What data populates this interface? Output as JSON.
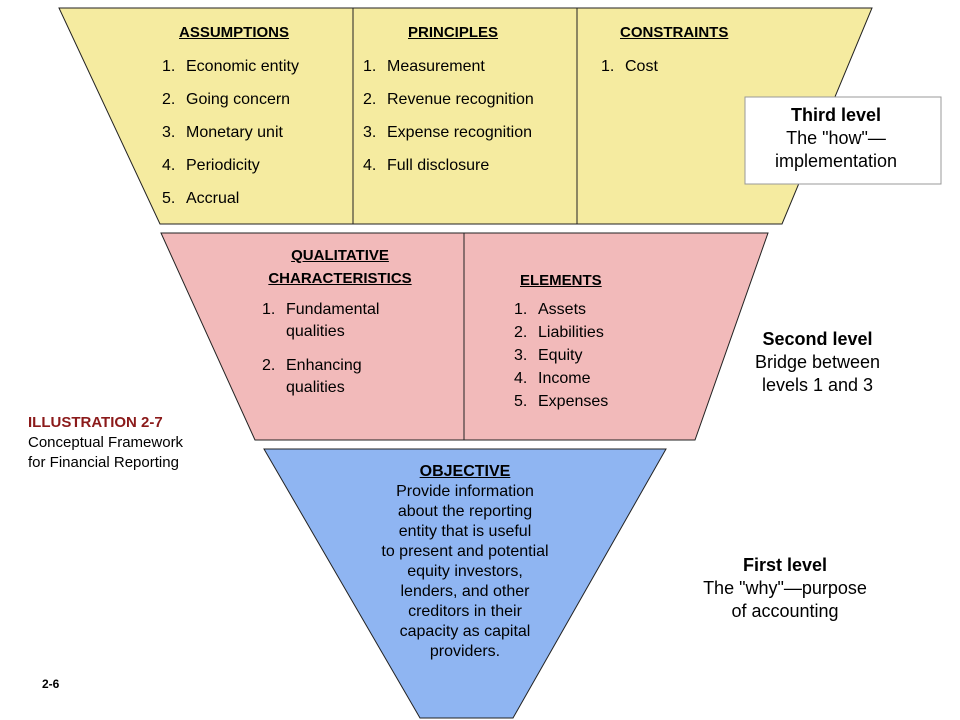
{
  "colors": {
    "third_fill": "#f5eba0",
    "second_fill": "#f2baba",
    "first_fill": "#8fb5f2",
    "illustration_title": "#8b1a1a"
  },
  "third_level": {
    "assumptions": {
      "heading": "ASSUMPTIONS",
      "items": [
        {
          "num": "1.",
          "text": "Economic entity"
        },
        {
          "num": "2.",
          "text": "Going concern"
        },
        {
          "num": "3.",
          "text": "Monetary unit"
        },
        {
          "num": "4.",
          "text": "Periodicity"
        },
        {
          "num": "5.",
          "text": "Accrual"
        }
      ]
    },
    "principles": {
      "heading": "PRINCIPLES",
      "items": [
        {
          "num": "1.",
          "text": "Measurement"
        },
        {
          "num": "2.",
          "text": "Revenue recognition"
        },
        {
          "num": "3.",
          "text": "Expense recognition"
        },
        {
          "num": "4.",
          "text": "Full disclosure"
        }
      ]
    },
    "constraints": {
      "heading": "CONSTRAINTS",
      "items": [
        {
          "num": "1.",
          "text": "Cost"
        }
      ]
    }
  },
  "second_level": {
    "qualitative": {
      "heading_line1": "QUALITATIVE",
      "heading_line2": "CHARACTERISTICS",
      "items": [
        {
          "num": "1.",
          "line1": "Fundamental",
          "line2": "qualities"
        },
        {
          "num": "2.",
          "line1": "Enhancing",
          "line2": "qualities"
        }
      ]
    },
    "elements": {
      "heading": "ELEMENTS",
      "items": [
        {
          "num": "1.",
          "text": "Assets"
        },
        {
          "num": "2.",
          "text": "Liabilities"
        },
        {
          "num": "3.",
          "text": "Equity"
        },
        {
          "num": "4.",
          "text": "Income"
        },
        {
          "num": "5.",
          "text": "Expenses"
        }
      ]
    }
  },
  "first_level": {
    "objective": {
      "heading": "OBJECTIVE",
      "lines": [
        "Provide information",
        "about the reporting",
        "entity that is useful",
        "to present and potential",
        "equity investors,",
        "lenders, and other",
        "creditors in their",
        "capacity as capital",
        "providers."
      ]
    }
  },
  "level_labels": {
    "third": {
      "title": "Third level",
      "line1": "The \"how\"—",
      "line2": "implementation"
    },
    "second": {
      "title": "Second level",
      "line1": "Bridge between",
      "line2": "levels 1 and 3"
    },
    "first": {
      "title": "First level",
      "line1": "The \"why\"—purpose",
      "line2": "of accounting"
    }
  },
  "illustration": {
    "title": "ILLUSTRATION 2-7",
    "line1": "Conceptual Framework",
    "line2": "for Financial Reporting"
  },
  "slide_number": "2-6"
}
